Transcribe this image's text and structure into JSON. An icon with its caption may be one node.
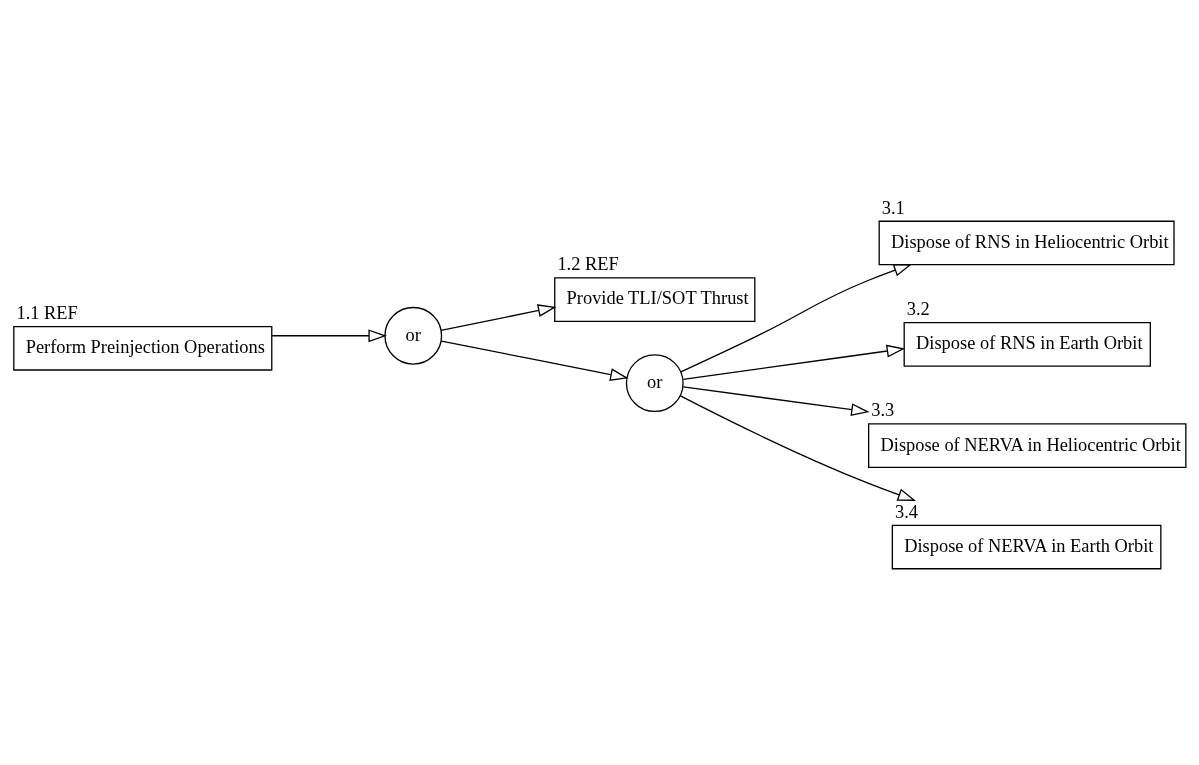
{
  "diagram": {
    "nodes": [
      {
        "text": [
          "1.1 REF",
          "Perform Preinjection Operations"
        ]
      },
      {
        "text": [
          "or"
        ]
      },
      {
        "text": [
          "1.2 REF",
          "Provide TLI/SOT Thrust"
        ]
      },
      {
        "text": [
          "or"
        ]
      },
      {
        "text": [
          "3.1",
          "Dispose of RNS in Heliocentric Orbit"
        ]
      },
      {
        "text": [
          "3.2",
          "Dispose of RNS in Earth Orbit"
        ]
      },
      {
        "text": [
          "3.3",
          "Dispose of NERVA in Heliocentric Orbit"
        ]
      },
      {
        "text": [
          "3.4",
          "Dispose of NERVA in Earth Orbit"
        ]
      }
    ],
    "edges": [
      {
        "from": 0,
        "to": 1,
        "arrow": "to"
      },
      {
        "from": 1,
        "to": 2,
        "arrow": "to"
      },
      {
        "from": 1,
        "to": 3,
        "arrow": "to"
      },
      {
        "from": 3,
        "to": 4,
        "arrow": "to"
      },
      {
        "from": 3,
        "to": 5,
        "arrow": "to"
      },
      {
        "from": 3,
        "to": 6,
        "arrow": "to"
      },
      {
        "from": 3,
        "to": 7,
        "arrow": "to"
      }
    ]
  }
}
